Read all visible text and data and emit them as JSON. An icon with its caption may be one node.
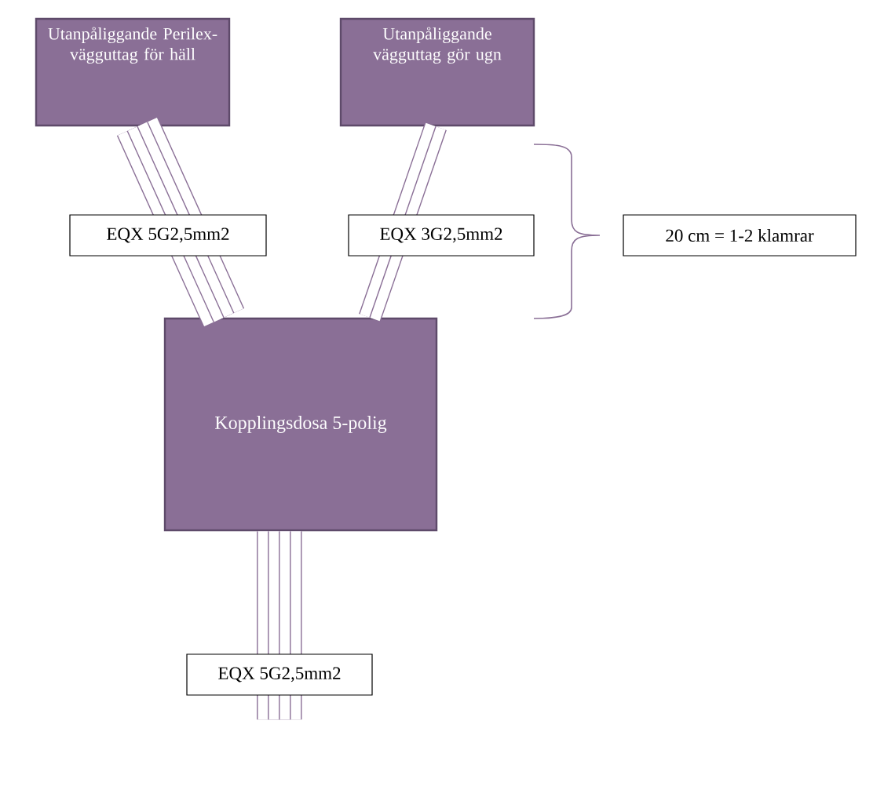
{
  "diagram": {
    "nodes": [
      {
        "text": [
          "Utanpåliggande Perilex-vägguttag för häll"
        ]
      },
      {
        "text": [
          "Utanpåliggande vägguttag gör ugn"
        ]
      },
      {
        "text": [
          "Kopplingsdosa 5-polig"
        ]
      },
      {
        "text": [
          "20 cm = 1-2 klamrar"
        ]
      }
    ],
    "edges": [
      {
        "from": 0,
        "to": 2,
        "arrow": "none",
        "label": "EQX 5G2,5mm2"
      },
      {
        "from": 1,
        "to": 2,
        "arrow": "none",
        "label": "EQX 3G2,5mm2"
      },
      {
        "from": 2,
        "to": null,
        "arrow": "none",
        "label": "EQX 5G2,5mm2"
      }
    ]
  }
}
